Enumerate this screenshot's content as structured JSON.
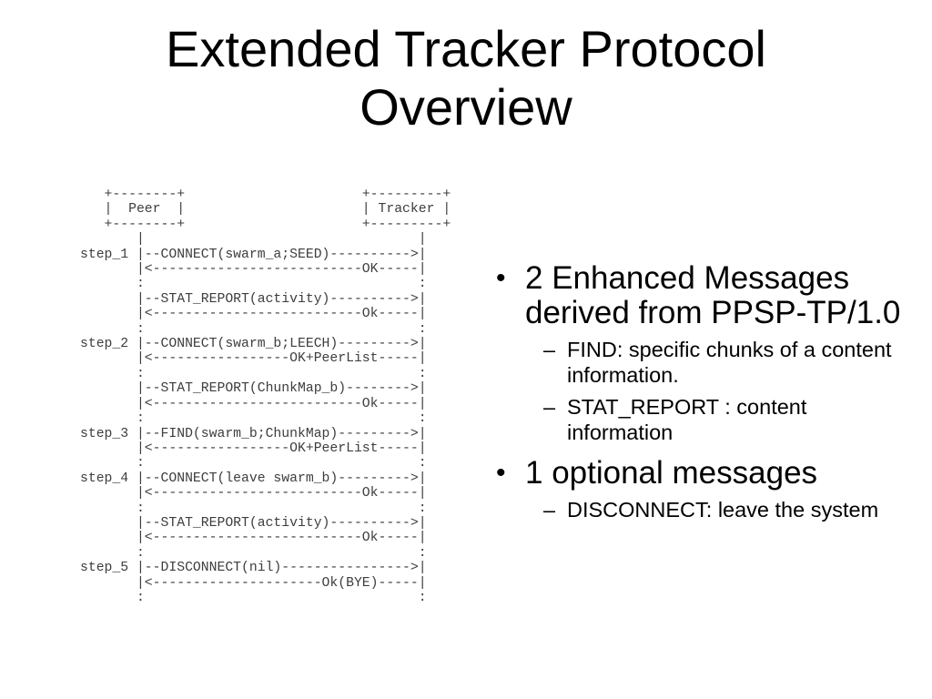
{
  "slide": {
    "title": "Extended Tracker Protocol Overview",
    "bullets": [
      {
        "level": 1,
        "marker": "•",
        "text": "2 Enhanced Messages derived from PPSP-TP/1.0"
      },
      {
        "level": 2,
        "marker": "–",
        "text": "FIND: specific chunks of a content information."
      },
      {
        "level": 2,
        "marker": "–",
        "text": "STAT_REPORT : content information"
      },
      {
        "level": 1,
        "marker": "•",
        "text": "1 optional messages"
      },
      {
        "level": 2,
        "marker": "–",
        "text": "DISCONNECT: leave the system"
      }
    ],
    "diagram": {
      "type": "ascii-sequence-diagram",
      "text_color": "#3d3d3d",
      "lines": [
        "   +--------+                      +---------+",
        "   |  Peer  |                      | Tracker |",
        "   +--------+                      +---------+",
        "       |                                  |",
        "step_1 |--CONNECT(swarm_a;SEED)---------->|",
        "       |<--------------------------OK-----|",
        "       :                                  :",
        "       |--STAT_REPORT(activity)---------->|",
        "       |<--------------------------Ok-----|",
        "       :                                  :",
        "step_2 |--CONNECT(swarm_b;LEECH)--------->|",
        "       |<-----------------OK+PeerList-----|",
        "       :                                  :",
        "       |--STAT_REPORT(ChunkMap_b)-------->|",
        "       |<--------------------------Ok-----|",
        "       :                                  :",
        "step_3 |--FIND(swarm_b;ChunkMap)--------->|",
        "       |<-----------------OK+PeerList-----|",
        "       :                                  :",
        "step_4 |--CONNECT(leave swarm_b)--------->|",
        "       |<--------------------------Ok-----|",
        "       :                                  :",
        "       |--STAT_REPORT(activity)---------->|",
        "       |<--------------------------Ok-----|",
        "       :                                  :",
        "step_5 |--DISCONNECT(nil)---------------->|",
        "       |<---------------------Ok(BYE)-----|",
        "       :                                  :"
      ]
    }
  }
}
